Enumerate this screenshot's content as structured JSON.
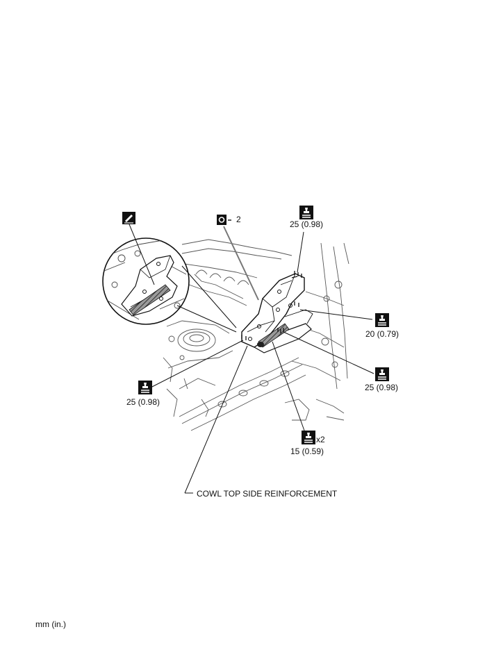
{
  "callouts": {
    "seal_count": "2",
    "torque_top": "25 (0.98)",
    "torque_right_upper": "20 (0.79)",
    "torque_right_lower": "25 (0.98)",
    "torque_left": "25 (0.98)",
    "torque_bottom_count": "x2",
    "torque_bottom": "15 (0.59)"
  },
  "part_label": "COWL TOP SIDE REINFORCEMENT",
  "units_note": "mm (in.)",
  "icons": {
    "sealer": "adhesive-pen-icon",
    "parts_count": "seal-part-icon",
    "torque": "torque-wrench-icon"
  }
}
